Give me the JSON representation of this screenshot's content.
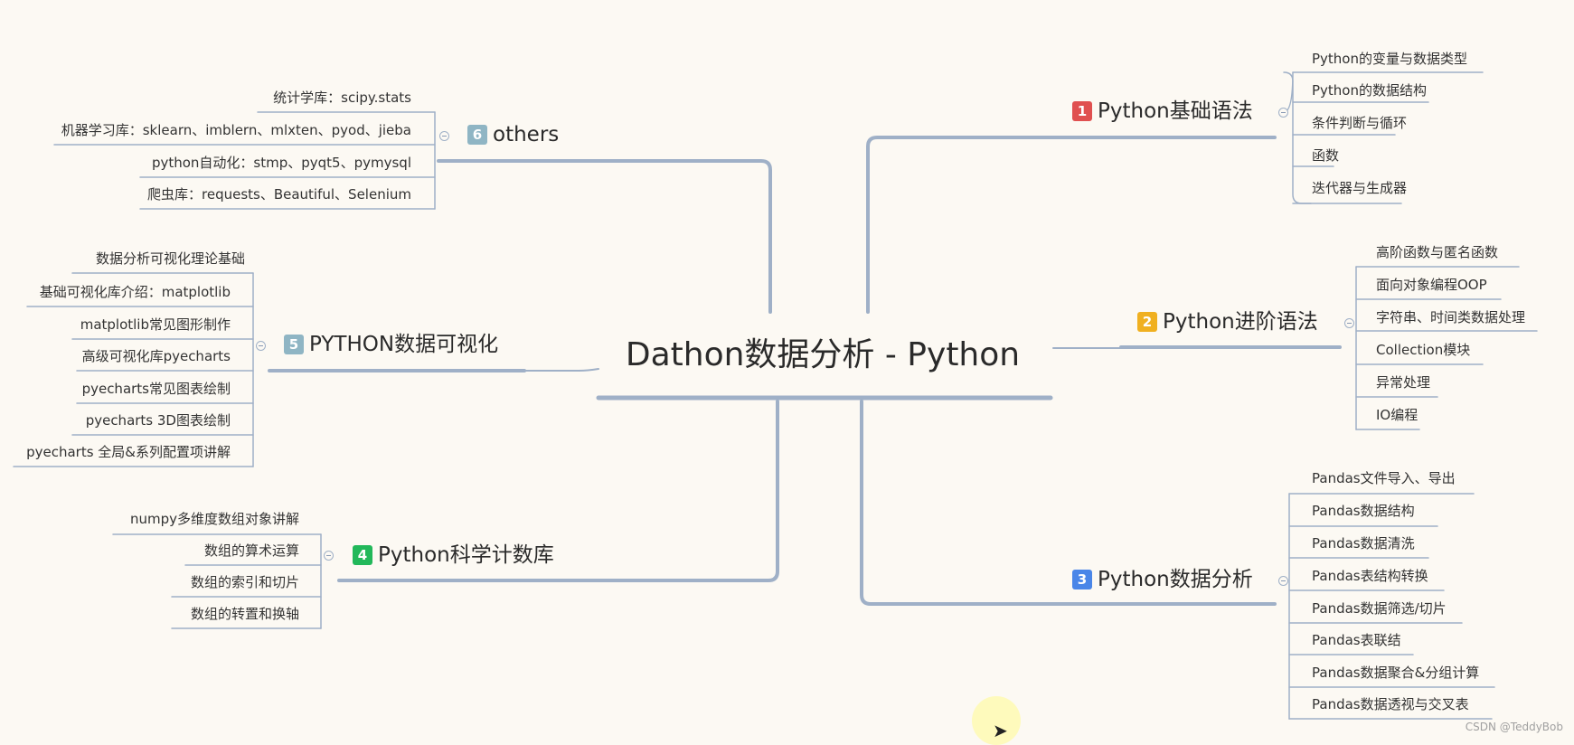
{
  "central_topic": "Dathon数据分析 - Python",
  "branches": [
    {
      "num": "1",
      "color": "#e05050",
      "title": "Python基础语法",
      "items": [
        "Python的变量与数据类型",
        "Python的数据结构",
        "条件判断与循环",
        "函数",
        "迭代器与生成器"
      ]
    },
    {
      "num": "2",
      "color": "#f0b020",
      "title": "Python进阶语法",
      "items": [
        "高阶函数与匿名函数",
        "面向对象编程OOP",
        "字符串、时间类数据处理",
        "Collection模块",
        "异常处理",
        "IO编程"
      ]
    },
    {
      "num": "3",
      "color": "#4a86e8",
      "title": "Python数据分析",
      "items": [
        "Pandas文件导入、导出",
        "Pandas数据结构",
        "Pandas数据清洗",
        "Pandas表结构转换",
        "Pandas数据筛选/切片",
        "Pandas表联结",
        "Pandas数据聚合&分组计算",
        "Pandas数据透视与交叉表"
      ]
    },
    {
      "num": "4",
      "color": "#22b85a",
      "title": "Python科学计数库",
      "items": [
        "numpy多维度数组对象讲解",
        "数组的算术运算",
        "数组的索引和切片",
        "数组的转置和换轴"
      ]
    },
    {
      "num": "5",
      "color": "#8fb5c4",
      "title": "PYTHON数据可视化",
      "items": [
        "数据分析可视化理论基础",
        "基础可视化库介绍：matplotlib",
        "matplotlib常见图形制作",
        "高级可视化库pyecharts",
        "pyecharts常见图表绘制",
        "pyecharts 3D图表绘制",
        "pyecharts 全局&系列配置项讲解"
      ]
    },
    {
      "num": "6",
      "color": "#8fb5c4",
      "title": "others",
      "items": [
        "统计学库：scipy.stats",
        "机器学习库：sklearn、imblern、mlxten、pyod、jieba",
        "python自动化：stmp、pyqt5、pymysql",
        "爬虫库：requests、Beautiful、Selenium"
      ]
    }
  ],
  "watermark": "CSDN @TeddyBob",
  "colors": {
    "line": "#9fb0c7",
    "background": "#fcf9f3"
  }
}
